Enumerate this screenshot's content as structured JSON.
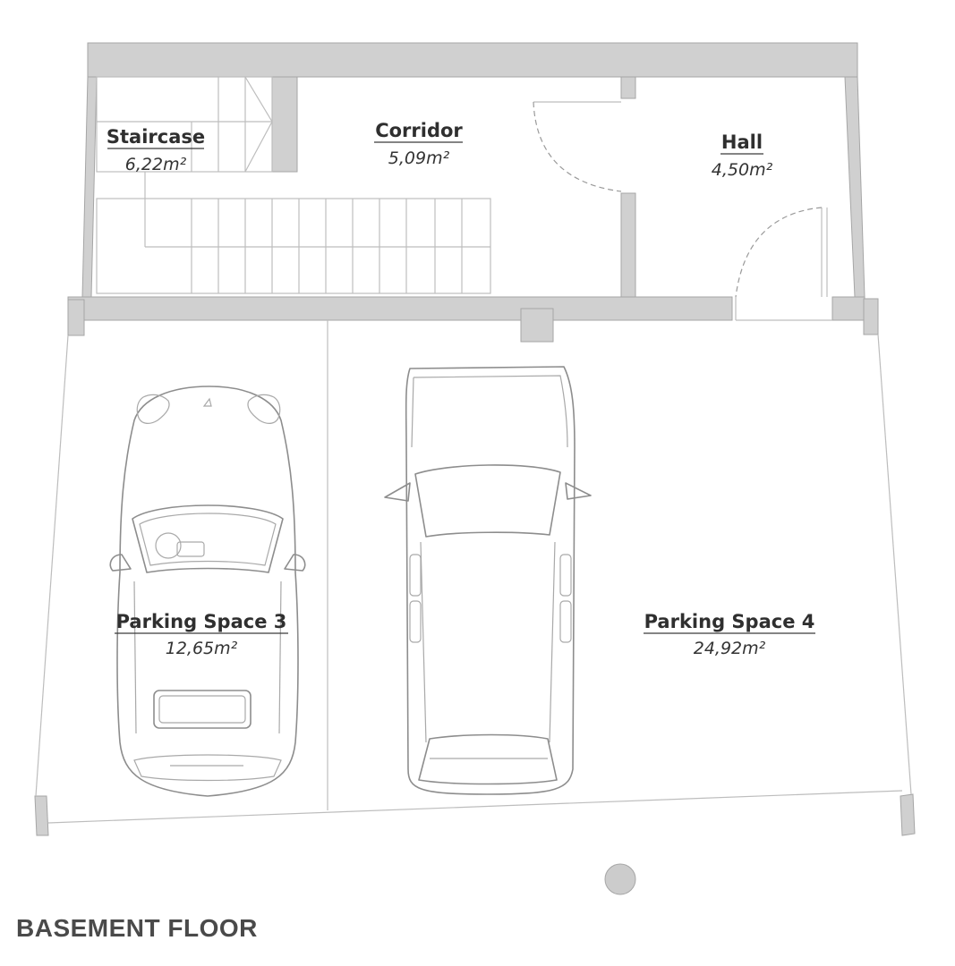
{
  "plan": {
    "title": "BASEMENT FLOOR",
    "rooms": [
      {
        "id": "staircase",
        "name": "Staircase",
        "area": "6,22m²"
      },
      {
        "id": "corridor",
        "name": "Corridor",
        "area": "5,09m²"
      },
      {
        "id": "hall",
        "name": "Hall",
        "area": "4,50m²"
      },
      {
        "id": "parking-3",
        "name": "Parking Space 3",
        "area": "12,65m²"
      },
      {
        "id": "parking-4",
        "name": "Parking Space 4",
        "area": "24,92m²"
      }
    ],
    "colors": {
      "wall_fill": "#d0d0d0",
      "line": "#bdbdbd",
      "text": "#2f2f2f",
      "title": "#4a4a4a"
    }
  }
}
